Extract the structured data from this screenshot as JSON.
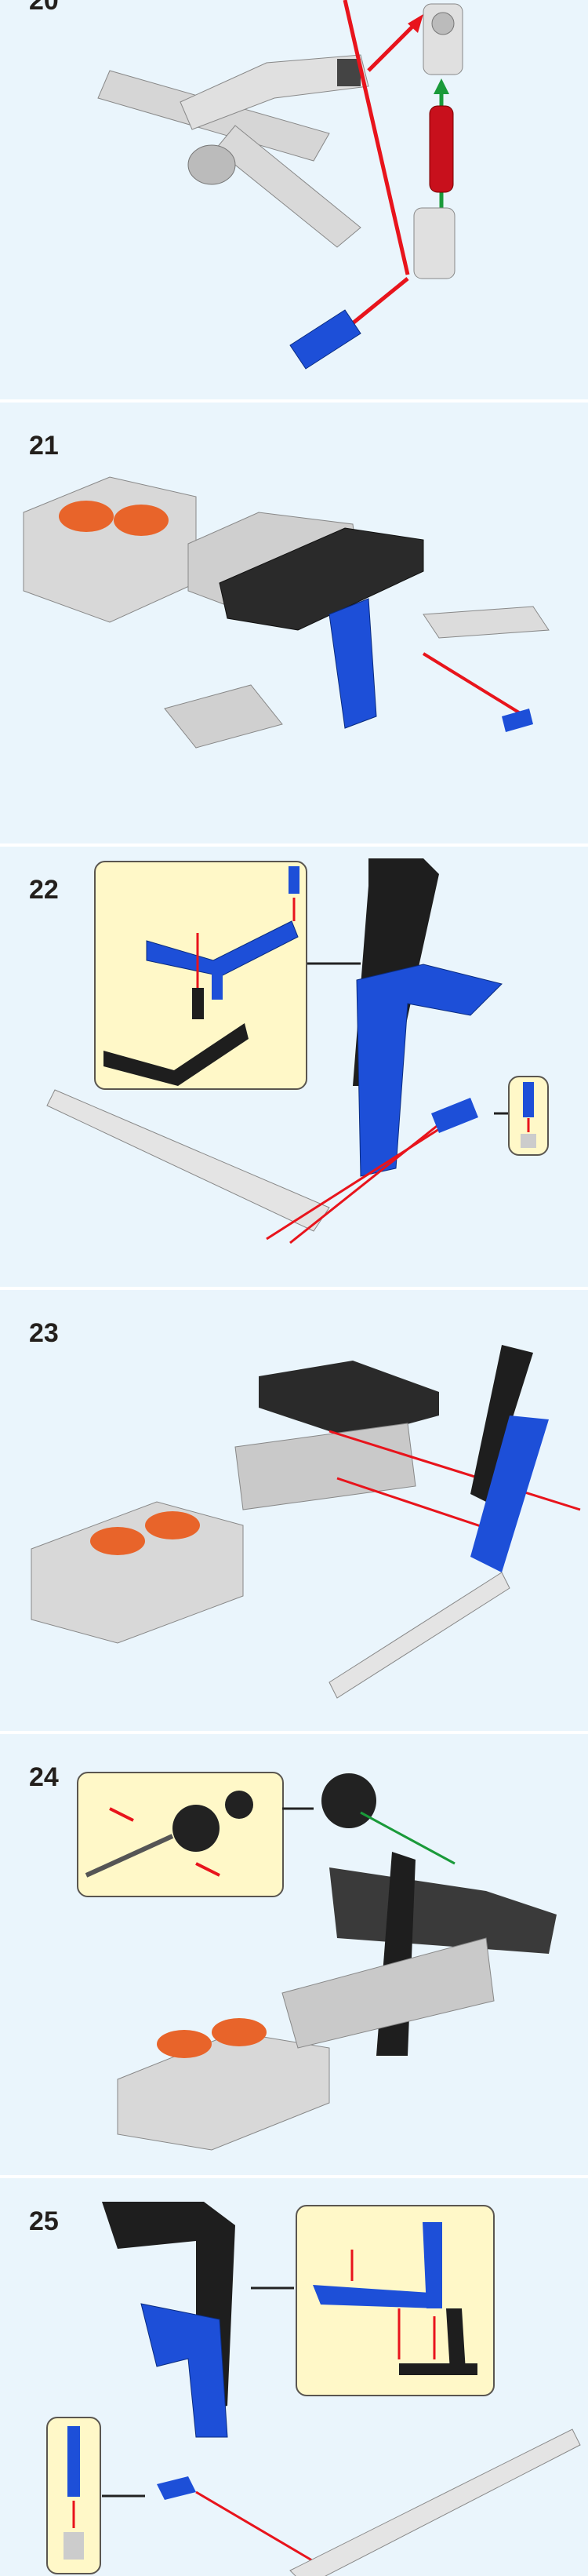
{
  "steps": [
    {
      "number": "20"
    },
    {
      "number": "21"
    },
    {
      "number": "22"
    },
    {
      "number": "23"
    },
    {
      "number": "24"
    },
    {
      "number": "25"
    }
  ],
  "colors": {
    "background": "#eaf5fc",
    "callout": "#fff8c8",
    "arrow_red": "#e8141c",
    "arrow_green": "#1a9a3a",
    "blue_part": "#1d4fd8",
    "black_part": "#1e1e1e",
    "gray_part": "#d8d8d8",
    "orange_part": "#e8642a"
  }
}
